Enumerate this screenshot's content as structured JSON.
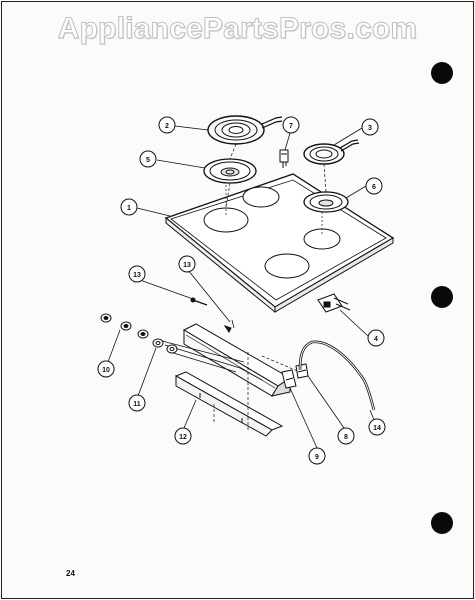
{
  "watermark": "AppliancePartsPros.com",
  "page_number": "24",
  "callouts": [
    {
      "id": "1",
      "label": "1"
    },
    {
      "id": "2",
      "label": "2"
    },
    {
      "id": "3",
      "label": "3"
    },
    {
      "id": "4",
      "label": "4"
    },
    {
      "id": "5",
      "label": "5"
    },
    {
      "id": "6",
      "label": "6"
    },
    {
      "id": "7",
      "label": "7"
    },
    {
      "id": "8",
      "label": "8"
    },
    {
      "id": "9",
      "label": "9"
    },
    {
      "id": "10",
      "label": "10"
    },
    {
      "id": "11",
      "label": "11"
    },
    {
      "id": "12",
      "label": "12"
    },
    {
      "id": "13a",
      "label": "13"
    },
    {
      "id": "13b",
      "label": "13"
    },
    {
      "id": "14",
      "label": "14"
    }
  ]
}
